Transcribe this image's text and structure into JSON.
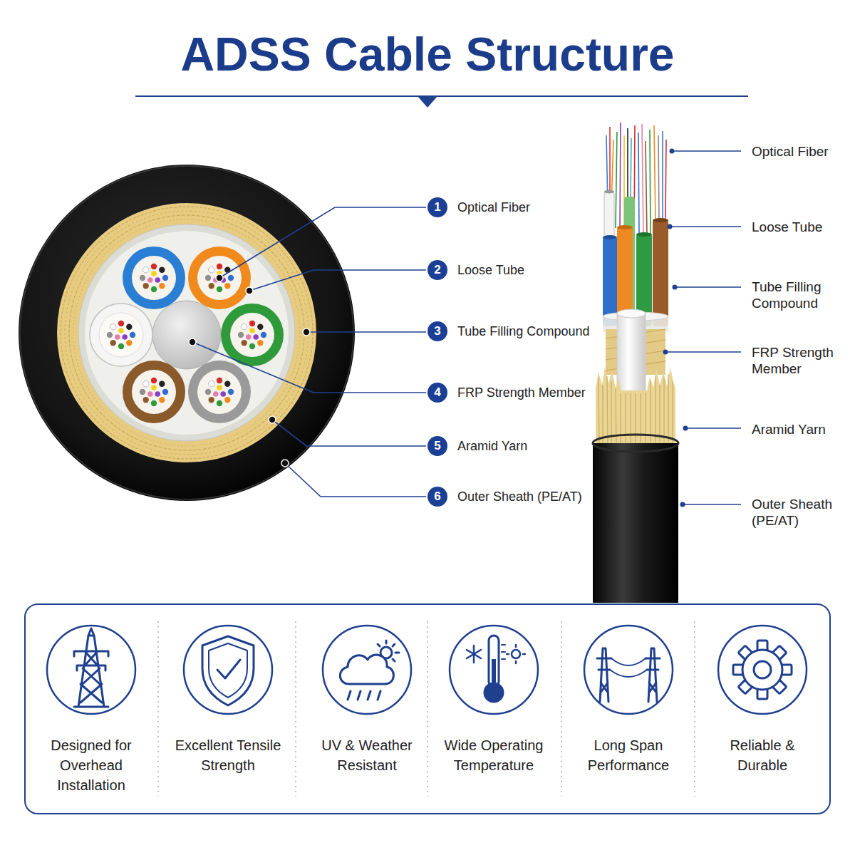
{
  "diagram": {
    "title": "ADSS Cable Structure",
    "nodes": [
      {
        "text": [
          "Designed for Overhead Installation"
        ]
      },
      {
        "text": [
          "Excellent Tensile Strength"
        ]
      },
      {
        "text": [
          "UV & Weather Resistant"
        ]
      },
      {
        "text": [
          "Wide Operating Temperature"
        ]
      },
      {
        "text": [
          "Long Span Performance"
        ]
      },
      {
        "text": [
          "Reliable & Durable"
        ]
      }
    ],
    "labels": [
      "1",
      "Optical Fiber",
      "2",
      "Loose Tube",
      "3",
      "Tube Filling Compound",
      "4",
      "FRP Strength Member",
      "5",
      "Aramid Yarn",
      "6",
      "Outer Sheath (PE/AT)",
      "Optical Fiber",
      "Loose Tube",
      "Tube Filling Compound",
      "FRP Strength Member",
      "Aramid Yarn",
      "Outer Sheath (PE/AT)"
    ]
  }
}
